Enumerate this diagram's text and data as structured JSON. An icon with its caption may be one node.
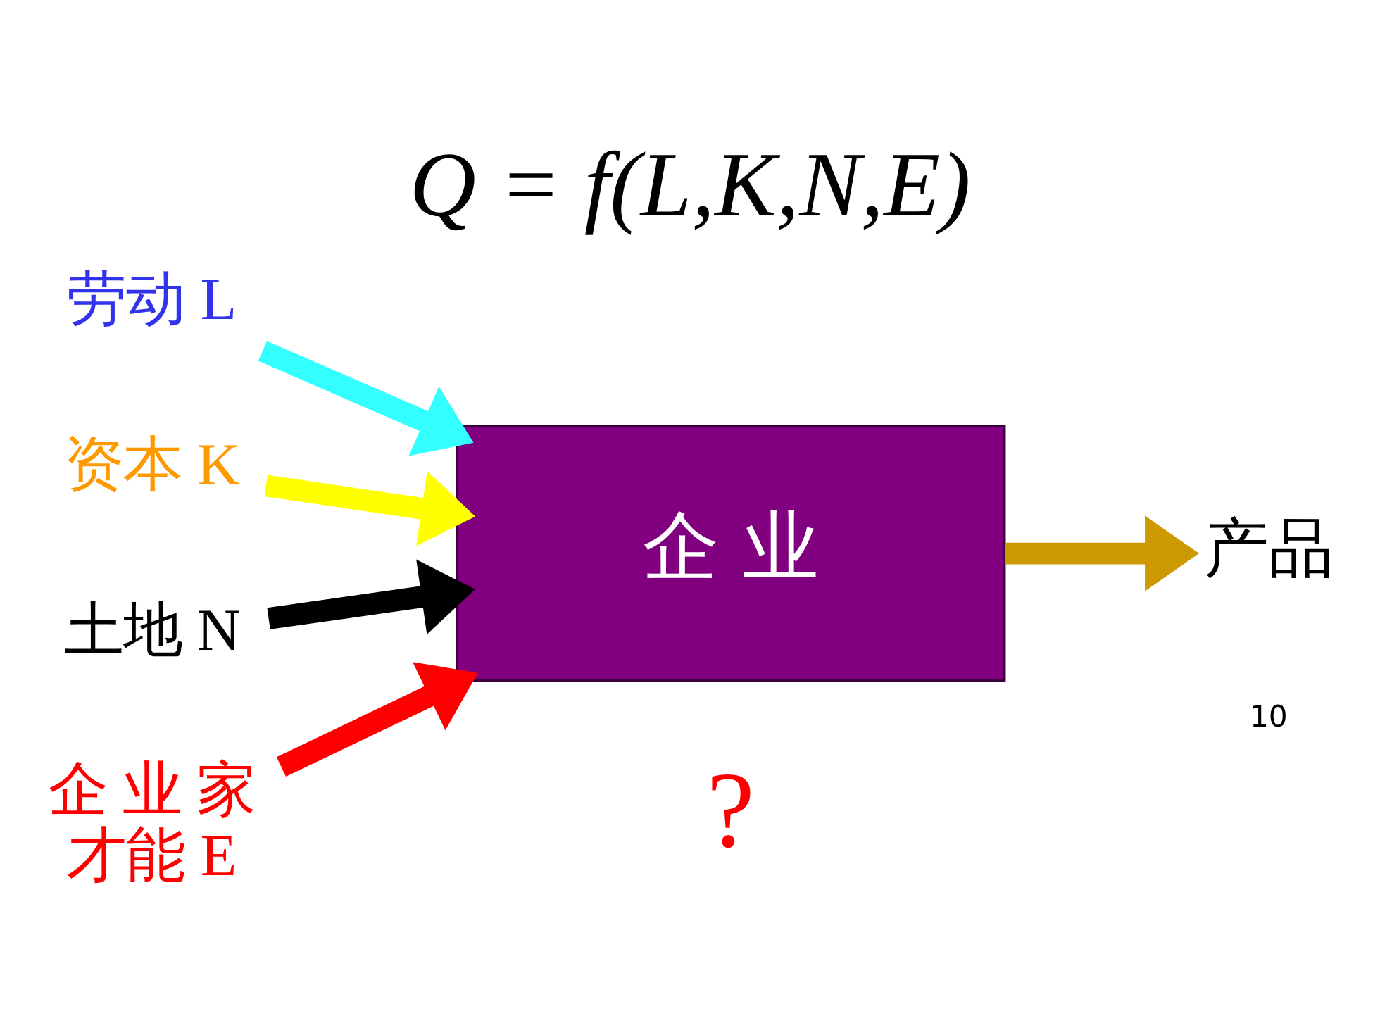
{
  "diagram": {
    "title": "Q = f(L,K,N,E)",
    "nodes": [
      {
        "text": [
          "劳动 L"
        ]
      },
      {
        "text": [
          "资本 K"
        ]
      },
      {
        "text": [
          "土地 N"
        ]
      },
      {
        "text": [
          "企 业 家才能 E"
        ]
      },
      {
        "text": [
          "企 业"
        ]
      },
      {
        "text": [
          "产品"
        ]
      }
    ],
    "edges": [
      {
        "from": 0,
        "to": 4,
        "arrow": "to",
        "color": "#33ffff"
      },
      {
        "from": 1,
        "to": 4,
        "arrow": "to",
        "color": "#ffff00"
      },
      {
        "from": 2,
        "to": 4,
        "arrow": "to",
        "color": "#000000"
      },
      {
        "from": 3,
        "to": 4,
        "arrow": "to",
        "color": "#ff0000"
      },
      {
        "from": 4,
        "to": 5,
        "arrow": "to",
        "color": "#cc9900"
      }
    ],
    "labels": [
      "?",
      "10"
    ]
  }
}
